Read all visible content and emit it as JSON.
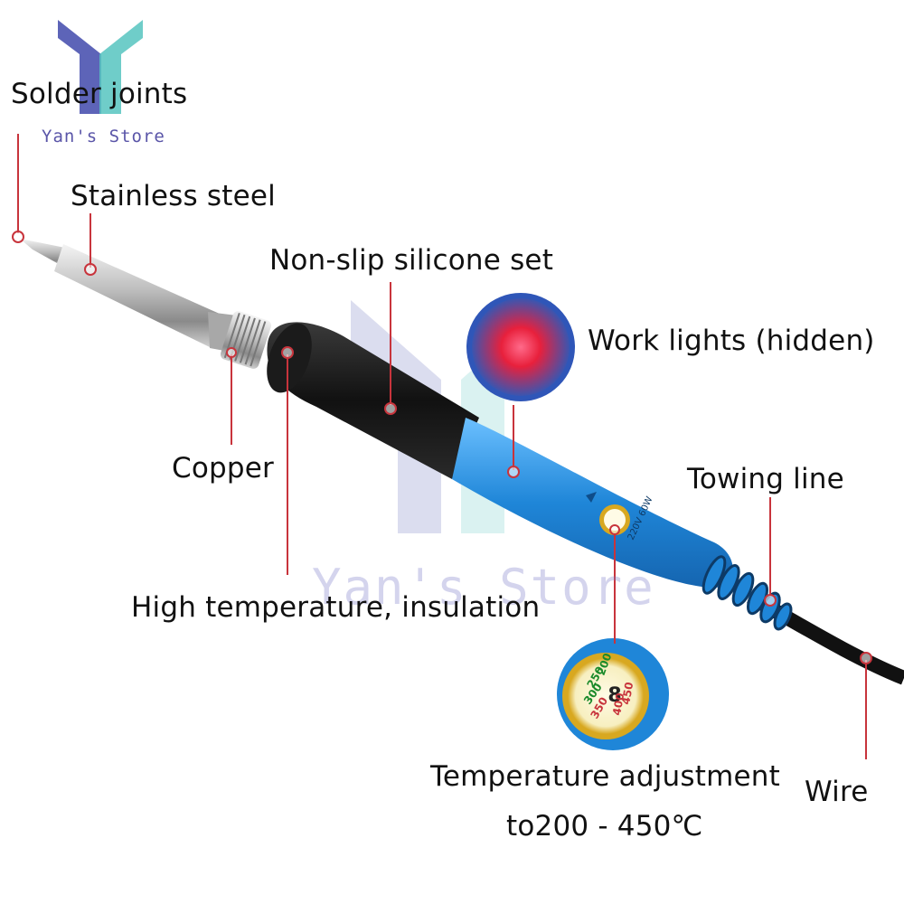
{
  "brand": {
    "store_name": "Yan's Store",
    "watermark_text": "Yan's Store",
    "colors": {
      "logo_blue": "#5d64b8",
      "logo_teal": "#56c4c0",
      "accent_red": "#c8343c",
      "handle_blue": "#2a8fe0"
    }
  },
  "labels": {
    "solder_joints": "Solder joints",
    "stainless_steel": "Stainless steel",
    "non_slip": "Non-slip silicone set",
    "work_lights": "Work lights (hidden)",
    "copper": "Copper",
    "towing_line": "Towing line",
    "high_temp": "High temperature, insulation",
    "temp_adjust": "Temperature adjustment",
    "temp_range": "to200 - 450℃",
    "wire": "Wire"
  },
  "dial": {
    "values": [
      "200",
      "250",
      "300",
      "350",
      "400",
      "450"
    ],
    "voltage": "220V",
    "wattage": "60W"
  }
}
